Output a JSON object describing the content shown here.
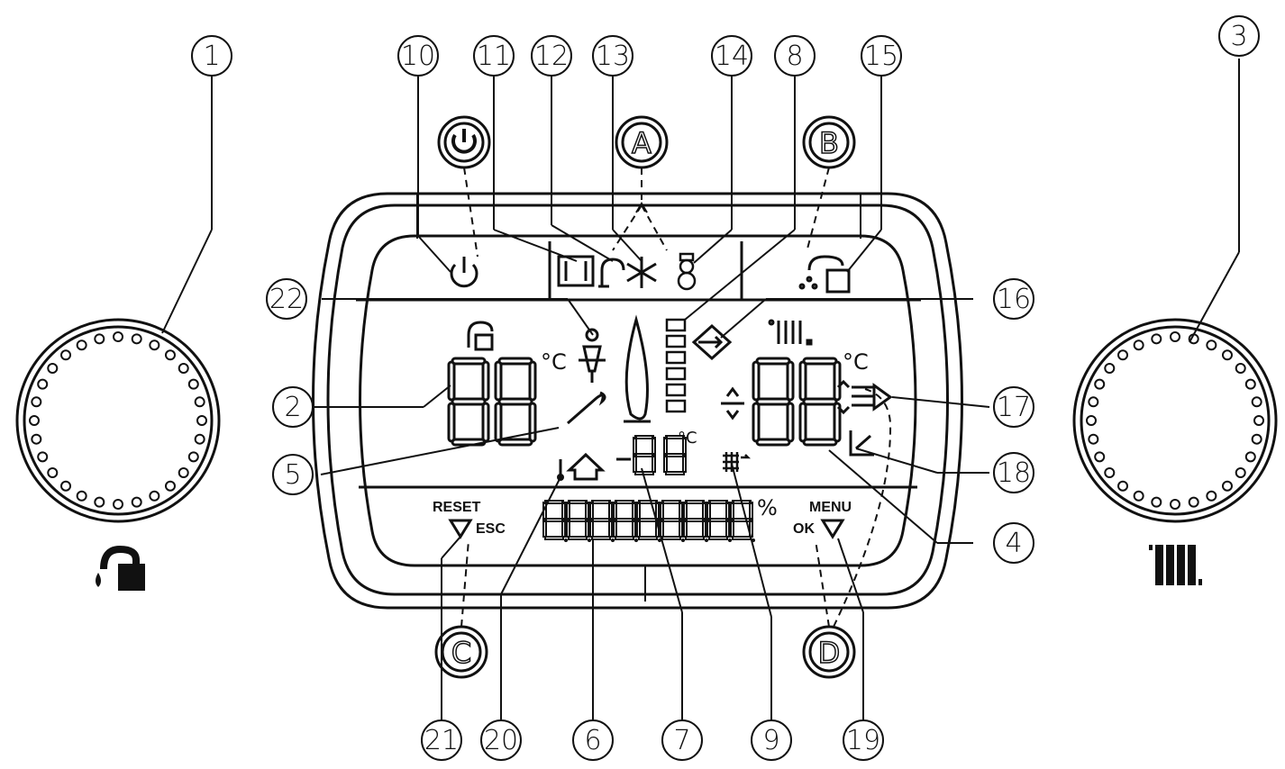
{
  "buttons": {
    "A": "A",
    "B": "B",
    "C": "C",
    "D": "D"
  },
  "labels": {
    "reset": "RESET",
    "esc": "ESC",
    "menu": "MENU",
    "ok": "OK",
    "percent": "%",
    "celsius": "°C"
  },
  "callouts": [
    "1",
    "2",
    "3",
    "4",
    "5",
    "6",
    "7",
    "8",
    "9",
    "10",
    "11",
    "12",
    "13",
    "14",
    "15",
    "16",
    "17",
    "18",
    "19",
    "20",
    "21",
    "22"
  ]
}
